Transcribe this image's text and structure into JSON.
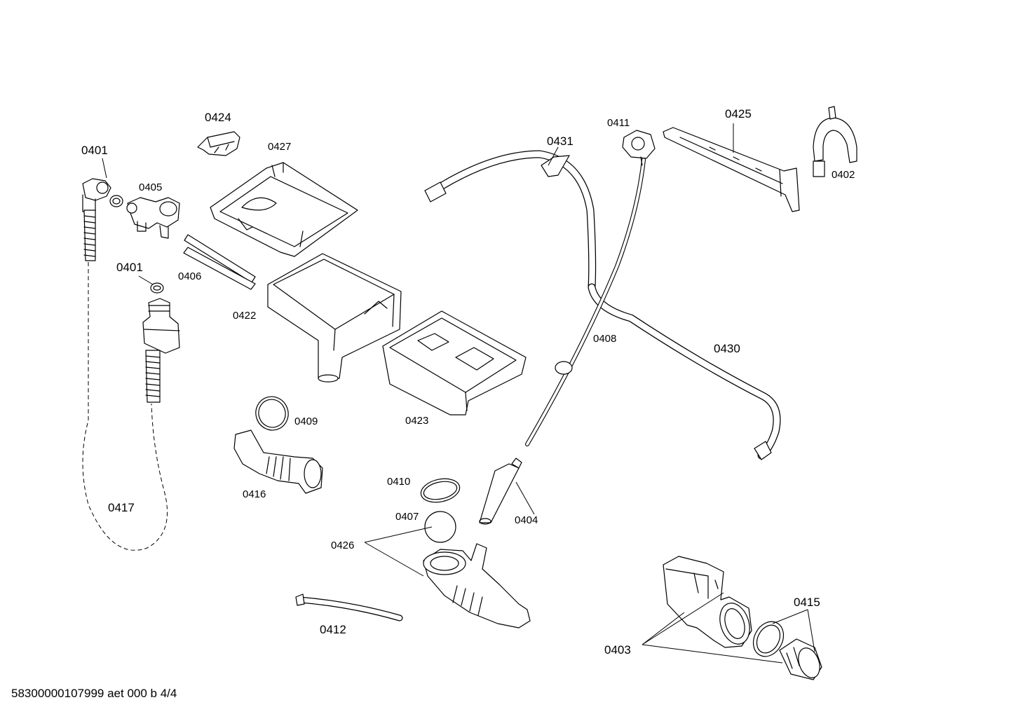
{
  "footer": "58300000107999 aet 000 b 4/4",
  "labels": {
    "p0401a": "0401",
    "p0401b": "0401",
    "p0402": "0402",
    "p0403": "0403",
    "p0404": "0404",
    "p0405": "0405",
    "p0406": "0406",
    "p0407": "0407",
    "p0408": "0408",
    "p0409": "0409",
    "p0410": "0410",
    "p0411": "0411",
    "p0412": "0412",
    "p0415": "0415",
    "p0416": "0416",
    "p0417": "0417",
    "p0422": "0422",
    "p0423": "0423",
    "p0424": "0424",
    "p0425": "0425",
    "p0426": "0426",
    "p0427": "0427",
    "p0430": "0430",
    "p0431": "0431"
  }
}
